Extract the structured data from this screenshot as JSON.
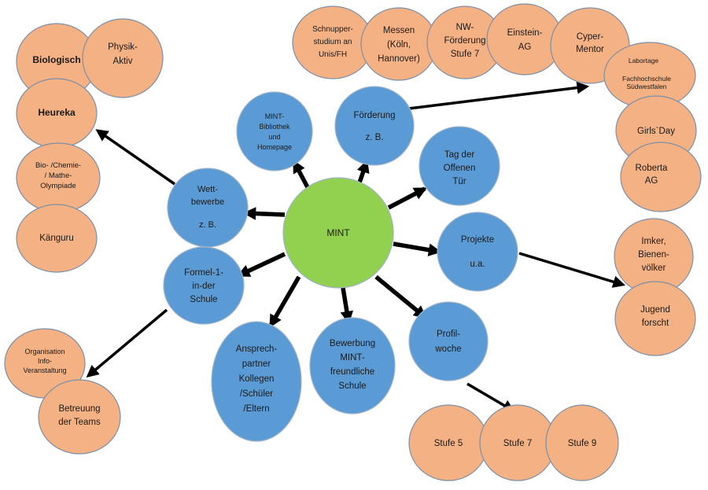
{
  "center": {
    "lines": [
      "MINT"
    ],
    "color": "#92d050"
  },
  "branches": {
    "wettbewerbe": [
      "Wett-",
      "bewerbe",
      "",
      "z. B."
    ],
    "bibliothek": [
      "MINT-",
      "Bibliothek",
      "und",
      "Homepage"
    ],
    "foerderung": [
      "Förderung",
      "",
      "z. B."
    ],
    "tag_der_offenen_tuer": [
      "Tag der",
      "Offenen",
      "Tür"
    ],
    "projekte": [
      "Projekte",
      "",
      "u.a."
    ],
    "formel1": [
      "Formel-1-",
      "in-der",
      "Schule"
    ],
    "ansprechpartner": [
      "Ansprech-",
      "partner",
      "Kollegen",
      "/Schüler",
      "/Eltern"
    ],
    "bewerbung": [
      "Bewerbung",
      "MINT-",
      "freundliche",
      "Schule"
    ],
    "profilwoche": [
      "Profil-",
      "woche"
    ]
  },
  "competitions": {
    "physik_aktiv": [
      "Physik-",
      "Aktiv"
    ],
    "biologisch": [
      "Biologisch"
    ],
    "heureka": [
      "Heureka"
    ],
    "olympiade": [
      "Bio- /Chemie-",
      "/ Mathe-",
      "Olympiade"
    ],
    "kaenguru": [
      "Känguru"
    ]
  },
  "funding": {
    "schnupperstudium": [
      "Schnupper-",
      "studium an",
      "Unis/FH"
    ],
    "messen": [
      "Messen",
      "(Köln,",
      "Hannover)"
    ],
    "nw_foerderung": [
      "NW-",
      "Förderung",
      "Stufe 7"
    ],
    "einstein_ag": [
      "Einstein-",
      "AG"
    ],
    "cyper_mentor": [
      "Cyper-",
      "Mentor"
    ],
    "labortage": [
      "Labortage",
      "",
      "Fachhochschule",
      "Südwestfalen"
    ],
    "girls_day": [
      "Girls`Day"
    ],
    "roberta_ag": [
      "Roberta",
      "AG"
    ]
  },
  "projects": {
    "imker": [
      "Imker,",
      "Bienen-",
      "völker"
    ],
    "jugend_forscht": [
      "Jugend",
      "forscht"
    ]
  },
  "formel1_items": {
    "organisation": [
      "Organisation",
      "Info-",
      "Veranstaltung"
    ],
    "betreuung": [
      "Betreuung",
      "der Teams"
    ]
  },
  "grades": {
    "stufe5": [
      "Stufe 5"
    ],
    "stufe7": [
      "Stufe 7"
    ],
    "stufe9": [
      "Stufe 9"
    ]
  },
  "colors": {
    "orange_nodes": "#f4b183",
    "blue_nodes": "#5b9bd5",
    "center_node": "#92d050",
    "arrows": "#000000"
  }
}
